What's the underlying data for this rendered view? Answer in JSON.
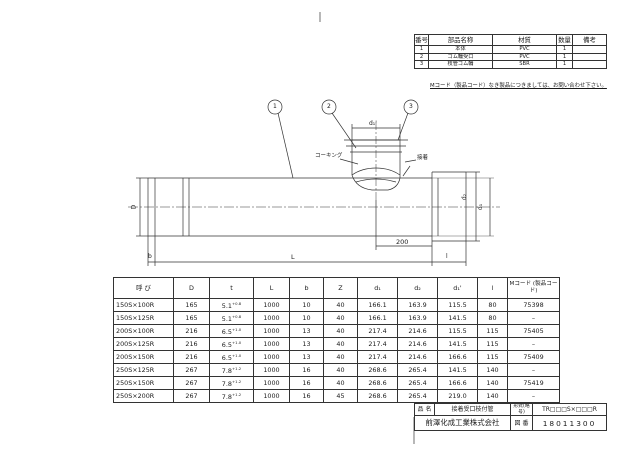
{
  "parts_table": {
    "headers": [
      "番号",
      "部品名称",
      "材質",
      "数量",
      "備考"
    ],
    "rows": [
      [
        "1",
        "本体",
        "PVC",
        "1",
        ""
      ],
      [
        "2",
        "ゴム輪受口",
        "PVC",
        "1",
        ""
      ],
      [
        "3",
        "枝管ゴム輪",
        "SBR",
        "1",
        ""
      ]
    ]
  },
  "note": "Mコード（製品コード）なき製品につきましては、お問い合わせ下さい。",
  "drawing_labels": {
    "balloon_1": "1",
    "balloon_2": "2",
    "balloon_3": "3",
    "d1_prime": "d₁'",
    "caulking": "コーキング",
    "adhesion": "接着",
    "d_label": "D",
    "d1_label": "d₁",
    "d2_label": "d₂",
    "dim_200": "200",
    "dim_L": "L",
    "dim_b": "b",
    "dim_l": "l"
  },
  "dimension_table": {
    "headers": [
      "呼 び",
      "D",
      "t",
      "L",
      "b",
      "Z",
      "d₁",
      "d₂",
      "d₁'",
      "l",
      "Mコード (製品コード)"
    ],
    "rows": [
      {
        "name": "150S×100R",
        "D": "165",
        "t": "5.1",
        "tol": "+0.8",
        "L": "1000",
        "b": "10",
        "Z": "40",
        "d1": "166.1",
        "d2": "163.9",
        "d1p": "115.5",
        "l": "80",
        "m": "75398"
      },
      {
        "name": "150S×125R",
        "D": "165",
        "t": "5.1",
        "tol": "+0.8",
        "L": "1000",
        "b": "10",
        "Z": "40",
        "d1": "166.1",
        "d2": "163.9",
        "d1p": "141.5",
        "l": "80",
        "m": "–"
      },
      {
        "name": "200S×100R",
        "D": "216",
        "t": "6.5",
        "tol": "+1.0",
        "L": "1000",
        "b": "13",
        "Z": "40",
        "d1": "217.4",
        "d2": "214.6",
        "d1p": "115.5",
        "l": "115",
        "m": "75405"
      },
      {
        "name": "200S×125R",
        "D": "216",
        "t": "6.5",
        "tol": "+1.0",
        "L": "1000",
        "b": "13",
        "Z": "40",
        "d1": "217.4",
        "d2": "214.6",
        "d1p": "141.5",
        "l": "115",
        "m": "–"
      },
      {
        "name": "200S×150R",
        "D": "216",
        "t": "6.5",
        "tol": "+1.0",
        "L": "1000",
        "b": "13",
        "Z": "40",
        "d1": "217.4",
        "d2": "214.6",
        "d1p": "166.6",
        "l": "115",
        "m": "75409"
      },
      {
        "name": "250S×125R",
        "D": "267",
        "t": "7.8",
        "tol": "+1.2",
        "L": "1000",
        "b": "16",
        "Z": "40",
        "d1": "268.6",
        "d2": "265.4",
        "d1p": "141.5",
        "l": "140",
        "m": "–"
      },
      {
        "name": "250S×150R",
        "D": "267",
        "t": "7.8",
        "tol": "+1.2",
        "L": "1000",
        "b": "16",
        "Z": "40",
        "d1": "268.6",
        "d2": "265.4",
        "d1p": "166.6",
        "l": "140",
        "m": "75419"
      },
      {
        "name": "250S×200R",
        "D": "267",
        "t": "7.8",
        "tol": "+1.2",
        "L": "1000",
        "b": "16",
        "Z": "45",
        "d1": "268.6",
        "d2": "265.4",
        "d1p": "219.0",
        "l": "140",
        "m": "–"
      }
    ]
  },
  "title_block": {
    "name_label": "品 名",
    "name_value": "接着受口枝付管",
    "model_label": "形式(略号)",
    "model_value": "TR□□□S×□□□R",
    "company": "前澤化成工業株式会社",
    "drawing_no_label": "図 番",
    "drawing_no": "18011300"
  }
}
